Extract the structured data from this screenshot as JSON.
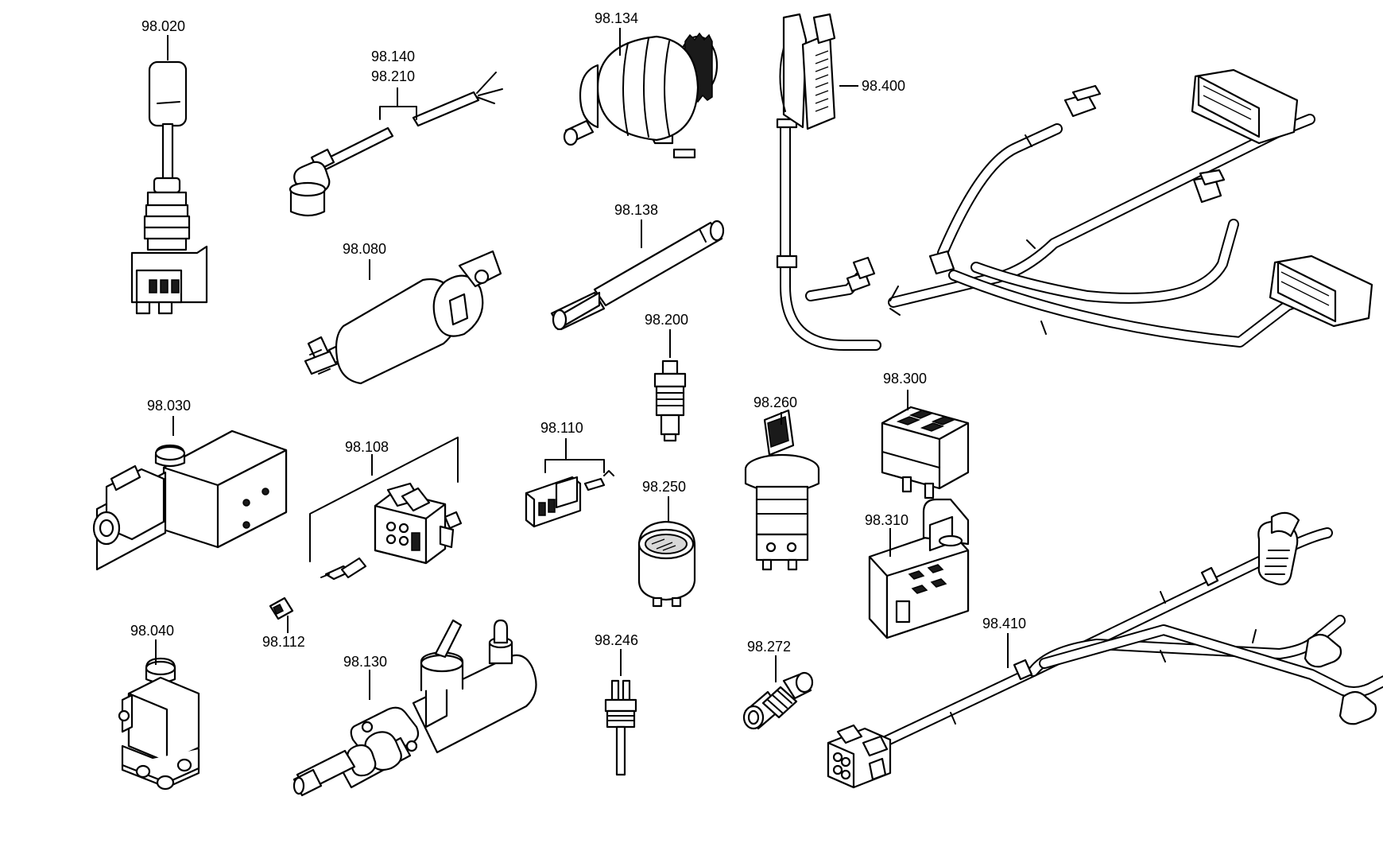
{
  "labels": {
    "p98020": "98.020",
    "p98140": "98.140",
    "p98210": "98.210",
    "p98134": "98.134",
    "p98400": "98.400",
    "p98080": "98.080",
    "p98138": "98.138",
    "p98200": "98.200",
    "p98030": "98.030",
    "p98110": "98.110",
    "p98108": "98.108",
    "p98260": "98.260",
    "p98300": "98.300",
    "p98250": "98.250",
    "p98310": "98.310",
    "p98112": "98.112",
    "p98040": "98.040",
    "p98130": "98.130",
    "p98246": "98.246",
    "p98272": "98.272",
    "p98410": "98.410"
  }
}
